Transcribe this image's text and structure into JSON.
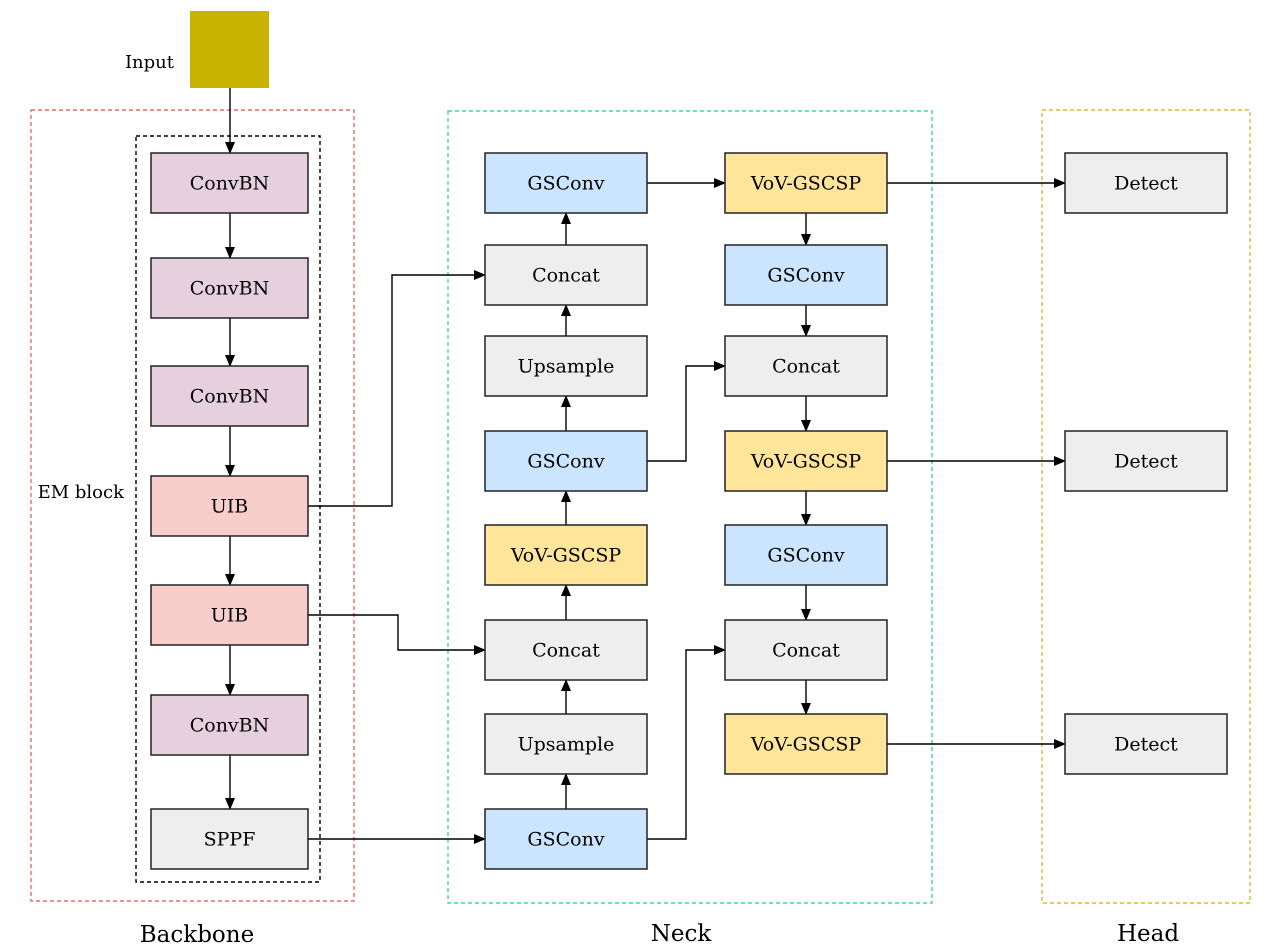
{
  "labels": {
    "input": "Input",
    "em_block": "EM block",
    "backbone": "Backbone",
    "neck": "Neck",
    "head": "Head"
  },
  "colors": {
    "convbn": "#e6d0de",
    "uib": "#f8cecc",
    "gray": "#eeeeee",
    "gsconv": "#cce5ff",
    "vov": "#ffe599",
    "input_image": "#c8b400",
    "backbone_border": "#ea6b66",
    "neck_border": "#3fd6a3",
    "head_border": "#e0b830",
    "em_border": "#000000"
  },
  "nodes": {
    "b1": "ConvBN",
    "b2": "ConvBN",
    "b3": "ConvBN",
    "b4": "UIB",
    "b5": "UIB",
    "b6": "ConvBN",
    "b7": "SPPF",
    "n1": "GSConv",
    "n2": "Concat",
    "n3": "Upsample",
    "n4": "GSConv",
    "n5": "VoV-GSCSP",
    "n6": "Concat",
    "n7": "Upsample",
    "n8": "GSConv",
    "m1": "VoV-GSCSP",
    "m2": "GSConv",
    "m3": "Concat",
    "m4": "VoV-GSCSP",
    "m5": "GSConv",
    "m6": "Concat",
    "m7": "VoV-GSCSP",
    "h1": "Detect",
    "h2": "Detect",
    "h3": "Detect"
  }
}
